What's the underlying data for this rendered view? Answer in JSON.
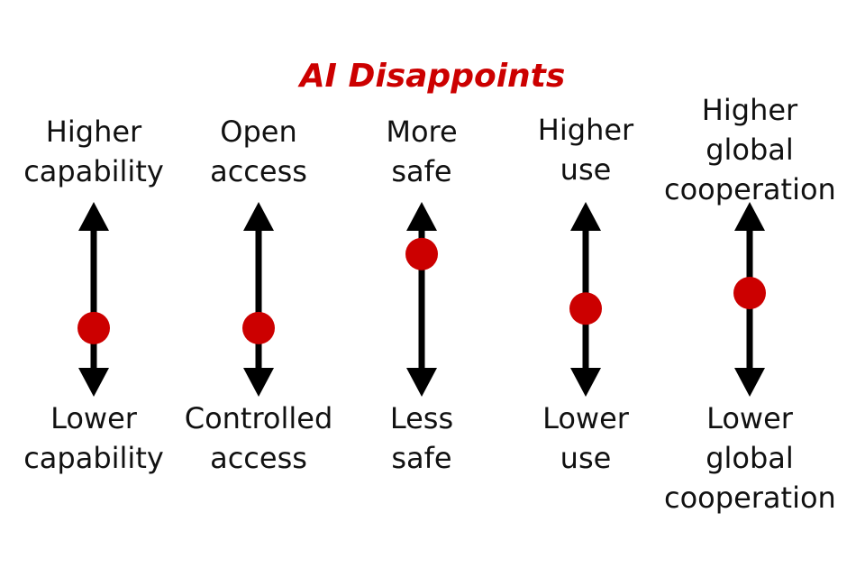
{
  "title": "AI Disappoints",
  "colors": {
    "title": "#cc0000",
    "dot": "#cc0000",
    "axis": "#000000",
    "text": "#111111"
  },
  "axes": [
    {
      "top_label": [
        "Higher",
        "capability"
      ],
      "bottom_label": [
        "Lower",
        "capability"
      ],
      "value": 0.14
    },
    {
      "top_label": [
        "Open",
        "access"
      ],
      "bottom_label": [
        "Controlled",
        "access"
      ],
      "value": 0.14
    },
    {
      "top_label": [
        "More",
        "safe"
      ],
      "bottom_label": [
        "Less",
        "safe"
      ],
      "value": 0.71
    },
    {
      "top_label": [
        "Higher",
        "use"
      ],
      "bottom_label": [
        "Lower",
        "use"
      ],
      "value": 0.29
    },
    {
      "top_label": [
        "Higher",
        "global",
        "cooperation"
      ],
      "bottom_label": [
        "Lower",
        "global",
        "cooperation"
      ],
      "value": 0.41
    }
  ]
}
